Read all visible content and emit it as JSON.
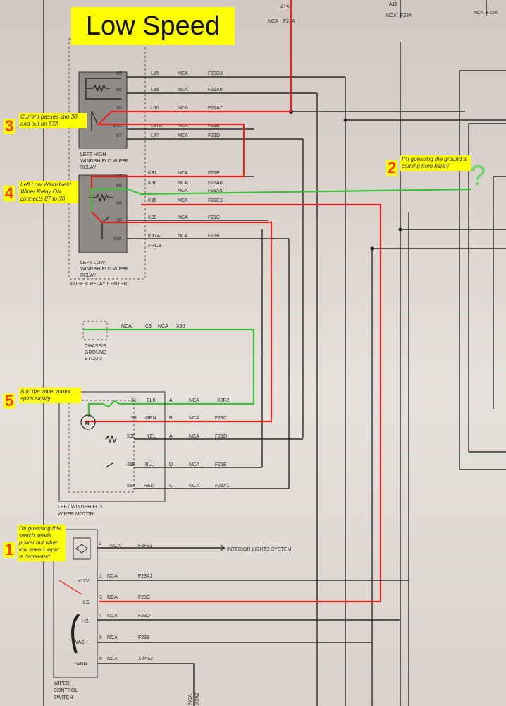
{
  "title": "Low Speed",
  "annotations": [
    {
      "num": "1",
      "text": "I'm guessing this switch sends power out when low speed wiper is requested"
    },
    {
      "num": "2",
      "text": "I'm guessing the ground is coming from here?"
    },
    {
      "num": "3",
      "text": "Current passes into 30 and out on 87A"
    },
    {
      "num": "4",
      "text": "Left Low Windshield Wiper Relay ON connects 87 to 30"
    },
    {
      "num": "5",
      "text": "And the wiper motor spins slowly"
    }
  ],
  "question_mark": "?",
  "relay_high": {
    "label_lines": [
      "LEFT HIGH",
      "WINDSHIELD WIPER",
      "RELAY"
    ],
    "rows": [
      {
        "pin": "85",
        "conn": "L85",
        "nca": "NCA",
        "circuit": "F23D3"
      },
      {
        "pin": "86",
        "conn": "L86",
        "nca": "NCA",
        "circuit": "F23A6"
      },
      {
        "pin": "30",
        "conn": "L30",
        "nca": "NCA",
        "circuit": "F21A7"
      },
      {
        "pin": "87A",
        "conn": "L87A",
        "nca": "NCA",
        "circuit": "F21E"
      },
      {
        "pin": "87",
        "conn": "L87",
        "nca": "NCA",
        "circuit": "F21D"
      }
    ]
  },
  "relay_low": {
    "label_lines": [
      "LEFT LOW",
      "WINDSHIELD WIPER",
      "RELAY"
    ],
    "rows": [
      {
        "pin": "87",
        "conn": "K87",
        "nca": "NCA",
        "circuit": "F21E"
      },
      {
        "pin": "86",
        "conn": "K86",
        "nca": "NCA",
        "circuit": "F23A6"
      },
      {
        "pin": "",
        "conn": "",
        "nca": "NCA",
        "circuit": "F23A5"
      },
      {
        "pin": "85",
        "conn": "K85",
        "nca": "NCA",
        "circuit": "F23C2"
      },
      {
        "pin": "30",
        "conn": "K30",
        "nca": "NCA",
        "circuit": "F21C"
      },
      {
        "pin": "87A",
        "conn": "K87A",
        "nca": "NCA",
        "circuit": "F21B"
      },
      {
        "pin": "",
        "conn": "FRC3",
        "nca": "",
        "circuit": ""
      }
    ]
  },
  "fuse_center": "FUSE & RELAY CENTER",
  "top_labels": {
    "a1": "A15",
    "nca1": "NCA",
    "f1": "F21A",
    "a2": "A15",
    "nca2": "NCA",
    "f2": "F23A",
    "nca3": "NCA",
    "f3": "F22A"
  },
  "ground": {
    "nca": "NCA",
    "c": "C3",
    "nca2": "NCA",
    "x": "X30",
    "label_lines": [
      "CHASSIS",
      "GROUND",
      "STUD 3"
    ]
  },
  "motor": {
    "label_lines": [
      "LEFT WINDSHIELD",
      "WIPER MOTOR"
    ],
    "rows": [
      {
        "pin": "31",
        "color": "BLK",
        "conn": "A",
        "nca": "NCA",
        "circuit": "X3R2"
      },
      {
        "pin": "53",
        "color": "GRN",
        "conn": "B",
        "nca": "NCA",
        "circuit": "F21C"
      },
      {
        "pin": "53B",
        "color": "YEL",
        "conn": "A",
        "nca": "NCA",
        "circuit": "F21D"
      },
      {
        "pin": "31B",
        "color": "BLU",
        "conn": "D",
        "nca": "NCA",
        "circuit": "F21B"
      },
      {
        "pin": "53A",
        "color": "RED",
        "conn": "C",
        "nca": "NCA",
        "circuit": "F21A1"
      }
    ]
  },
  "switch": {
    "label_lines": [
      "WIPER",
      "CONTROL",
      "SWITCH"
    ],
    "top_row": {
      "pin": "2",
      "nca": "NCA",
      "circuit": "F3F33",
      "dest": "INTERIOR LIGHTS SYSTEM"
    },
    "rows": [
      {
        "label": "+12V",
        "pin": "1",
        "nca": "NCA",
        "circuit": "F23A1"
      },
      {
        "label": "LS",
        "pin": "3",
        "nca": "NCA",
        "circuit": "F23C"
      },
      {
        "label": "HS",
        "pin": "4",
        "nca": "NCA",
        "circuit": "F23D"
      },
      {
        "label": "WASH",
        "pin": "5",
        "nca": "NCA",
        "circuit": "F23B"
      },
      {
        "label": "GND",
        "pin": "6",
        "nca": "NCA",
        "circuit": "X2A52"
      }
    ],
    "bottom": {
      "nca": "NCA",
      "circuit": "X2A2"
    }
  },
  "colors": {
    "highlight": "#ffff00",
    "red_path": "#e52320",
    "green_path": "#3cc23a",
    "number": "#ff3a00"
  }
}
